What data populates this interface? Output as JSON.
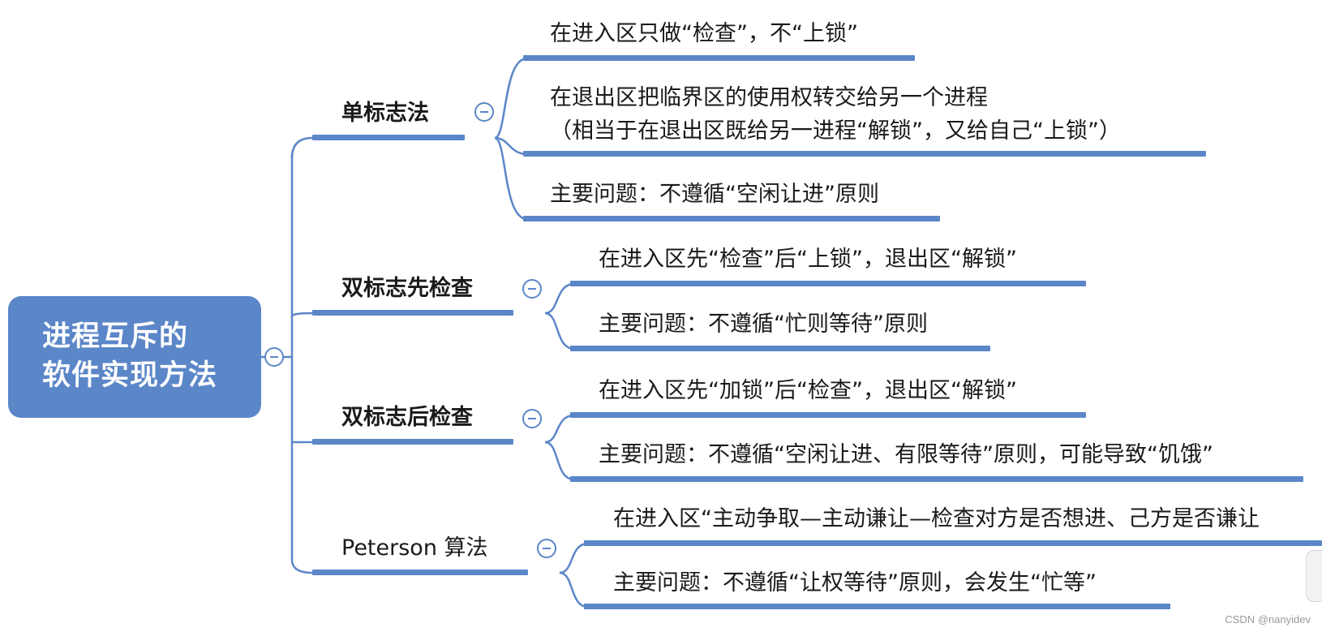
{
  "root": {
    "line1": "进程互斥的",
    "line2": "软件实现方法"
  },
  "branches": [
    {
      "label": "单标志法",
      "items": [
        {
          "lines": [
            "在进入区只做“检查”，不“上锁”"
          ]
        },
        {
          "lines": [
            "在退出区把临界区的使用权转交给另一个进程",
            "（相当于在退出区既给另一进程“解锁”，又给自己“上锁”）"
          ]
        },
        {
          "lines": [
            "主要问题：不遵循“空闲让进”原则"
          ]
        }
      ]
    },
    {
      "label": "双标志先检查",
      "items": [
        {
          "lines": [
            "在进入区先“检查”后“上锁”，退出区“解锁”"
          ]
        },
        {
          "lines": [
            "主要问题：不遵循“忙则等待”原则"
          ]
        }
      ]
    },
    {
      "label": "双标志后检查",
      "items": [
        {
          "lines": [
            "在进入区先“加锁”后“检查”，退出区“解锁”"
          ]
        },
        {
          "lines": [
            "主要问题：不遵循“空闲让进、有限等待”原则，可能导致“饥饿”"
          ]
        }
      ]
    },
    {
      "label": "Peterson 算法",
      "items": [
        {
          "lines": [
            "在进入区“主动争取—主动谦让—检查对方是否想进、己方是否谦让"
          ]
        },
        {
          "lines": [
            "主要问题：不遵循“让权等待”原则，会发生“忙等”"
          ]
        }
      ]
    }
  ],
  "watermark": "CSDN @nanyidev",
  "colors": {
    "accent": "#5b86c8",
    "text": "#1a1a1a",
    "root_text": "#ffffff"
  },
  "icons": {
    "collapse": "minus-circle-icon"
  }
}
